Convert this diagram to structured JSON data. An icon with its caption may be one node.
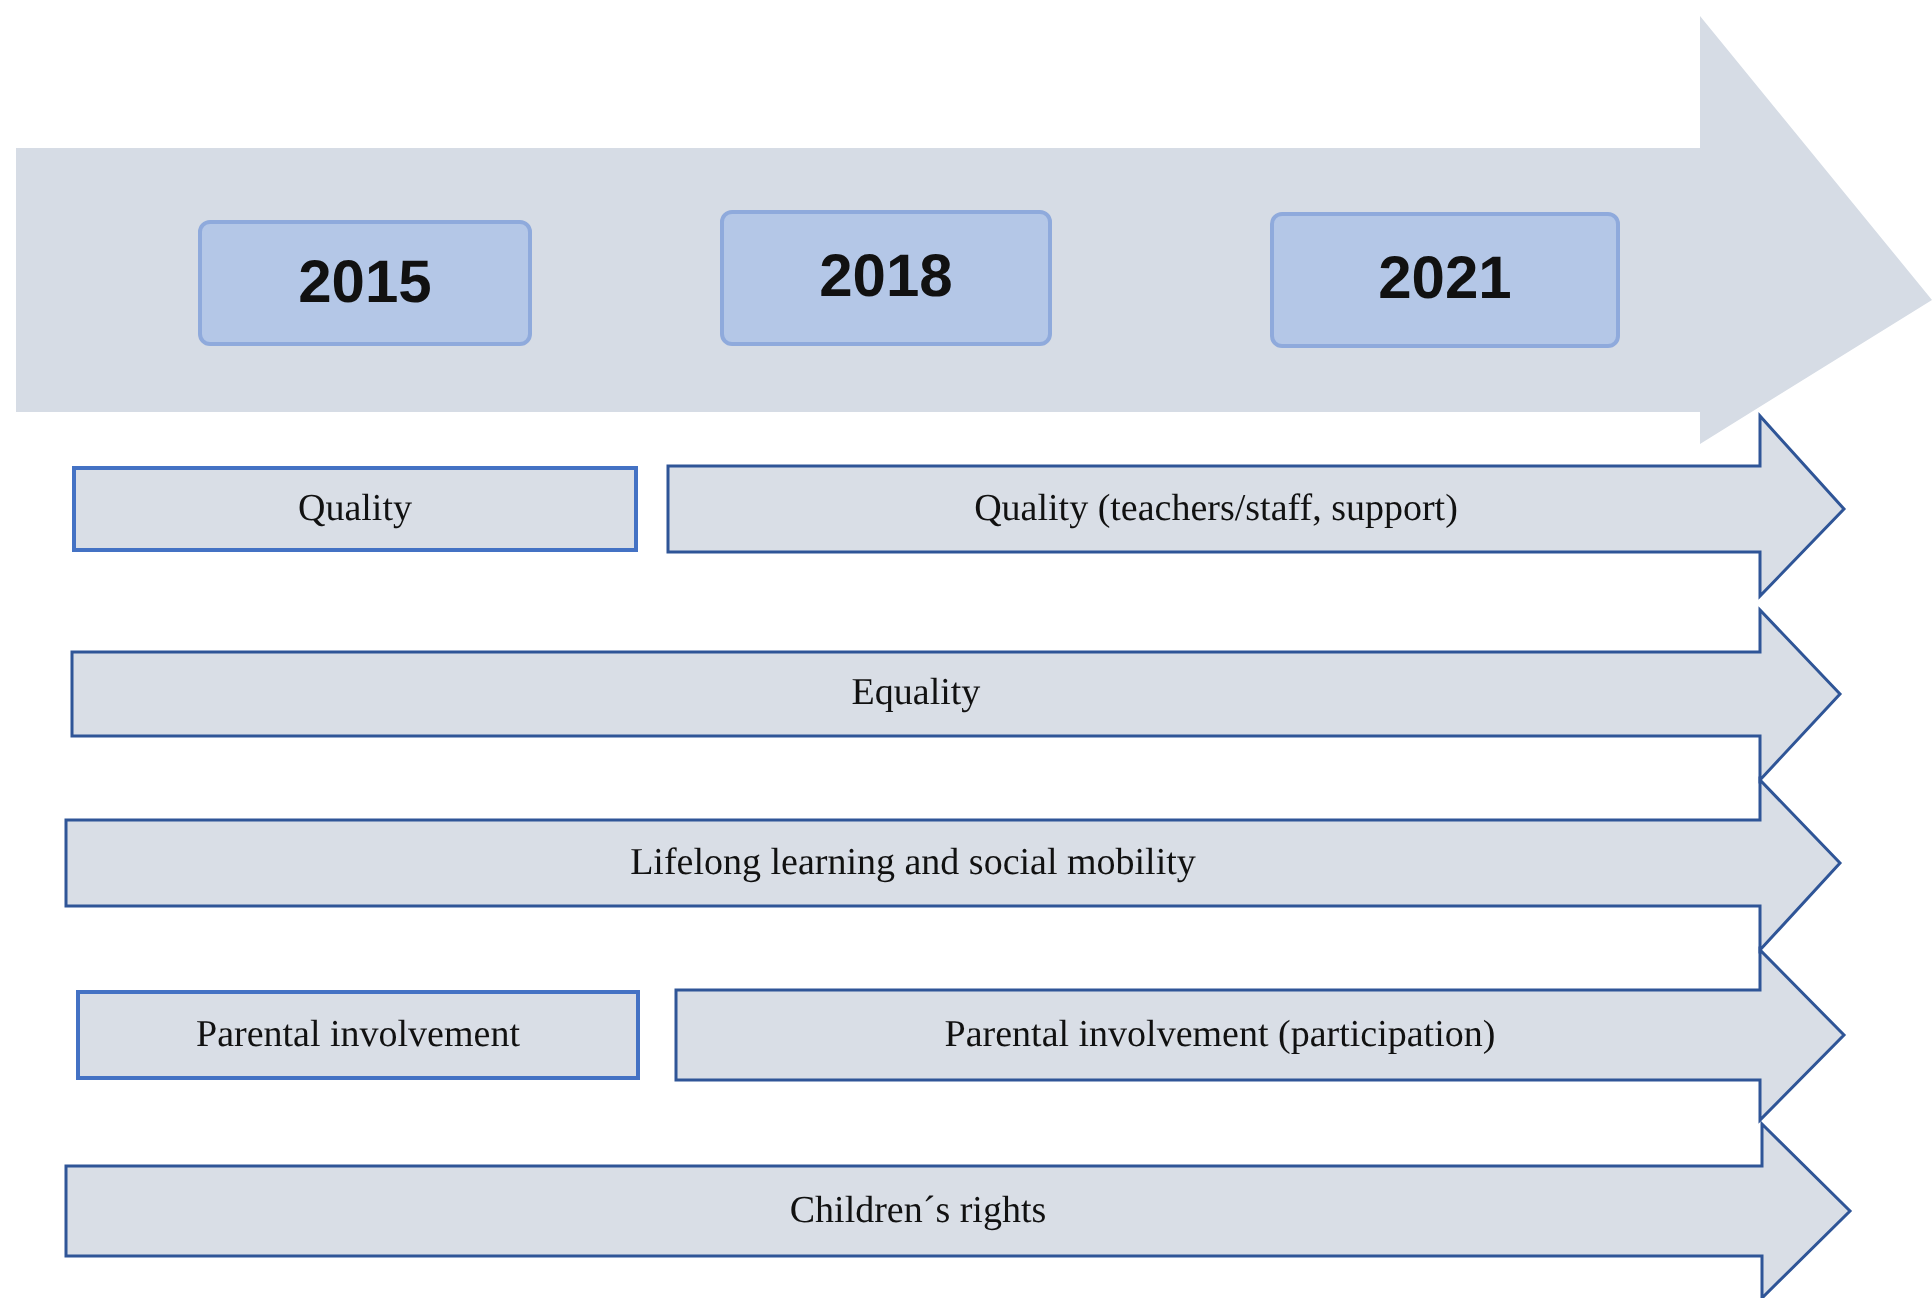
{
  "diagram": {
    "nodes": [
      {
        "text": [],
        "shape": "arrow"
      },
      {
        "text": [
          "2015"
        ],
        "in": 0
      },
      {
        "text": [
          "2018"
        ],
        "in": 0
      },
      {
        "text": [
          "2021"
        ],
        "in": 0
      },
      {
        "text": [
          "Quality"
        ]
      },
      {
        "text": [
          "Quality (teachers/staff, support)"
        ]
      },
      {
        "text": [
          "Equality"
        ]
      },
      {
        "text": [
          "Lifelong learning and social mobility"
        ]
      },
      {
        "text": [
          "Parental involvement"
        ]
      },
      {
        "text": [
          "Parental involvement (participation)"
        ]
      },
      {
        "text": [
          "Children´s rights"
        ]
      }
    ]
  }
}
